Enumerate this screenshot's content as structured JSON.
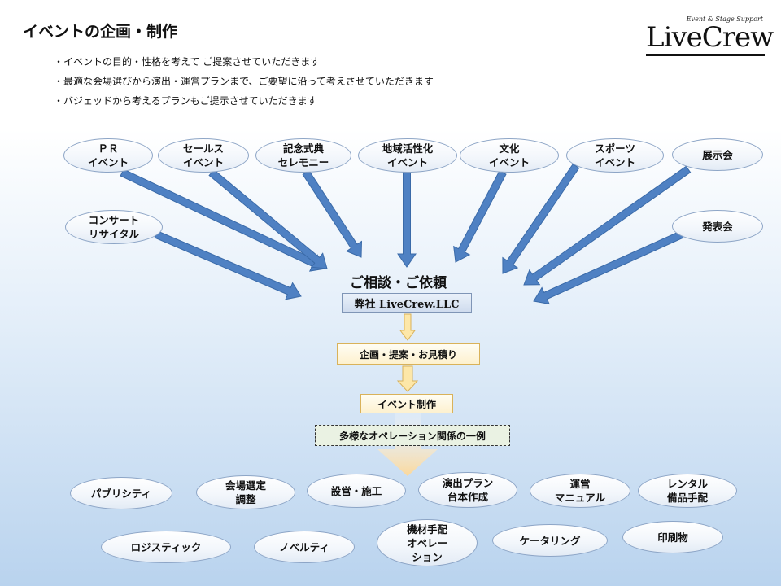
{
  "title": "イベントの企画・制作",
  "logo": {
    "sub": "Event & Stage Support",
    "main": "LiveCrew"
  },
  "bullets": [
    "・イベントの目的・性格を考えて ご提案させていただきます",
    "・最適な会場選びから演出・運営プランまで、ご要望に沿って考えさせていただきます",
    "・バジェッドから考えるプランもご提示させていただきます"
  ],
  "event_types": [
    "ＰＲ\nイベント",
    "セールス\nイベント",
    "記念式典\nセレモニー",
    "地域活性化\nイベント",
    "文化\nイベント",
    "スポーツ\nイベント",
    "展示会",
    "コンサート\nリサイタル",
    "発表会"
  ],
  "hub": {
    "label": "ご相談・ご依頼",
    "company": "弊社 LiveCrew.LLC"
  },
  "steps": [
    "企画・提案・お見積り",
    "イベント制作"
  ],
  "operations_label": "多様なオペレーション関係の一例",
  "operations": [
    "パブリシティ",
    "会場選定\n調整",
    "設営・施工",
    "演出プラン\n台本作成",
    "運営\nマニュアル",
    "レンタル\n備品手配",
    "ロジスティック",
    "ノベルティ",
    "機材手配\nオペレー\nション",
    "ケータリング",
    "印刷物"
  ],
  "colors": {
    "arrow_fill": "#4f81c3",
    "arrow_stroke": "#3a6aa8",
    "step_arrow": "#fde7a8",
    "big_arrow": "#fbd89a"
  }
}
